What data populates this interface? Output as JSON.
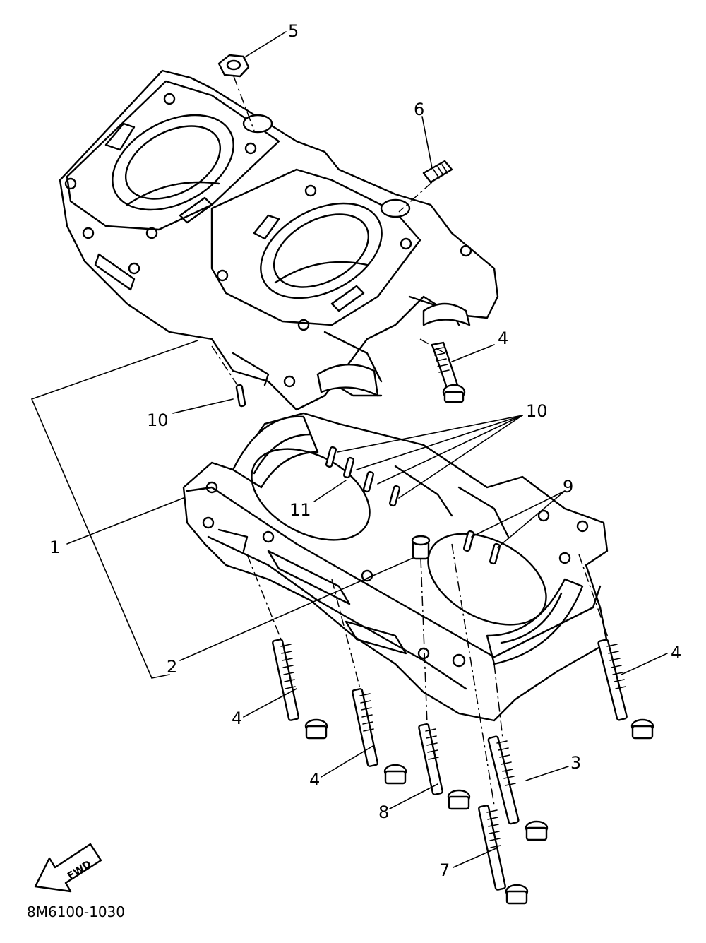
{
  "diagram": {
    "part_code": "8M6100-1030",
    "fwd_label": "FWD",
    "callouts": [
      {
        "id": "c1",
        "label": "1"
      },
      {
        "id": "c2",
        "label": "2"
      },
      {
        "id": "c3",
        "label": "3"
      },
      {
        "id": "c4a",
        "label": "4"
      },
      {
        "id": "c4b",
        "label": "4"
      },
      {
        "id": "c4c",
        "label": "4"
      },
      {
        "id": "c4d",
        "label": "4"
      },
      {
        "id": "c5",
        "label": "5"
      },
      {
        "id": "c6",
        "label": "6"
      },
      {
        "id": "c7",
        "label": "7"
      },
      {
        "id": "c8",
        "label": "8"
      },
      {
        "id": "c9",
        "label": "9"
      },
      {
        "id": "c10a",
        "label": "10"
      },
      {
        "id": "c10b",
        "label": "10"
      },
      {
        "id": "c11",
        "label": "11"
      }
    ]
  }
}
